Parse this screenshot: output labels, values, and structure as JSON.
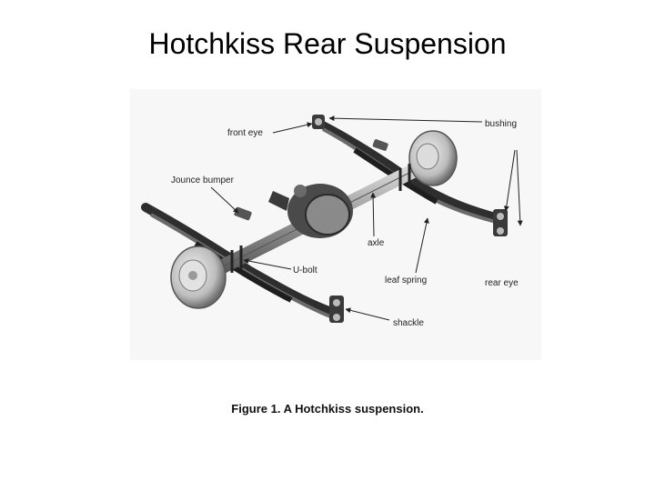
{
  "slide": {
    "title": "Hotchkiss Rear Suspension"
  },
  "figure": {
    "caption": "Figure 1. A Hotchkiss suspension.",
    "labels": {
      "front_eye": "front eye",
      "bushing": "bushing",
      "jounce_bumper": "Jounce bumper",
      "axle": "axle",
      "u_bolt": "U-bolt",
      "leaf_spring": "leaf spring",
      "rear_eye": "rear eye",
      "shackle": "shackle"
    }
  },
  "colors": {
    "background": "#ffffff",
    "text": "#000000",
    "metal_dark": "#3a3a3a",
    "metal_light": "#cfcfcf"
  }
}
